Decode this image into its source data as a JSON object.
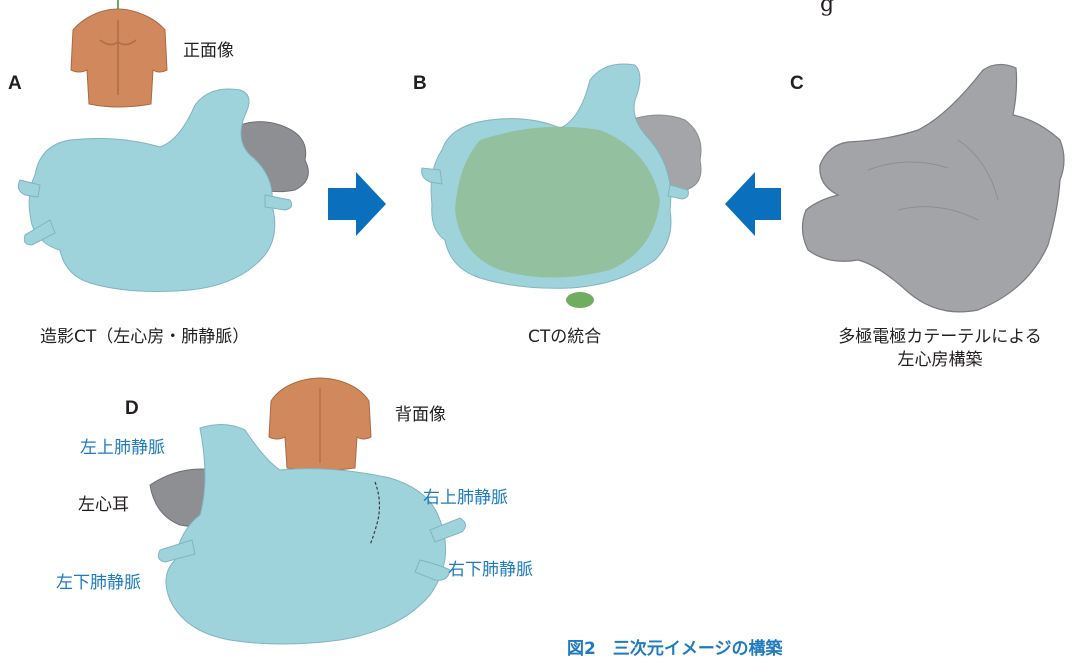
{
  "panels": {
    "A": {
      "letter": "A",
      "caption": "造影CT（左心房・肺静脈）"
    },
    "B": {
      "letter": "B",
      "caption": "CTの統合"
    },
    "C": {
      "letter": "C",
      "caption_line1": "多極電極カテーテルによる",
      "caption_line2": "左心房構築"
    },
    "D": {
      "letter": "D"
    }
  },
  "view_labels": {
    "front": "正面像",
    "back": "背面像"
  },
  "anatomy_labels": {
    "lspv": "左上肺静脈",
    "laa": "左心耳",
    "lipv": "左下肺静脈",
    "rspv": "右上肺静脈",
    "ripv": "右下肺静脈"
  },
  "figure_caption": "図2　三次元イメージの構築",
  "corner_text": "g",
  "colors": {
    "ct_blue": "#9fd3dc",
    "appendage_gray": "#8e8f93",
    "map_gray": "#a3a4a8",
    "arrow_blue": "#0a6fbd",
    "label_blue": "#1f7bbf",
    "torso": "#d0885c",
    "merge_green": "#8fb98a"
  }
}
